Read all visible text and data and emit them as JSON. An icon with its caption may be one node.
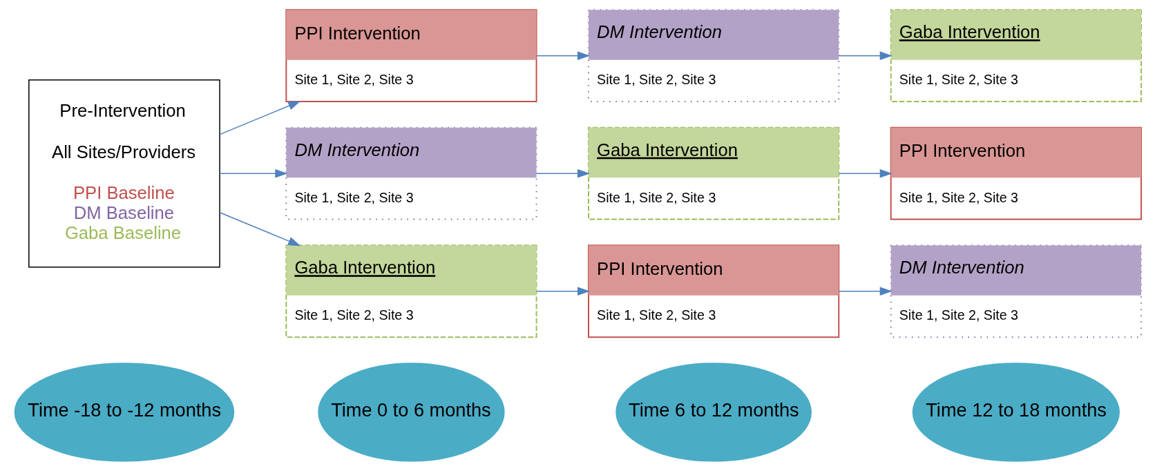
{
  "diagram": {
    "nodes": [
      {
        "text": [
          "Time -18 to -12 months"
        ]
      },
      {
        "text": [
          "Time 0 to 6 months"
        ]
      },
      {
        "text": [
          "Time 6 to 12 months"
        ]
      },
      {
        "text": [
          "Time 12 to 18 months"
        ]
      },
      {
        "text": [
          "Pre-Intervention",
          "All Sites/Providers",
          "PPI Baseline",
          "DM Baseline",
          "Gaba Baseline"
        ]
      },
      {
        "text": [
          "PPI Intervention",
          "Site 1, Site 2, Site 3"
        ]
      },
      {
        "text": [
          "DM Intervention",
          "Site 1, Site 2, Site 3"
        ]
      },
      {
        "text": [
          "Gaba Intervention",
          "Site 1, Site 2, Site 3"
        ]
      },
      {
        "text": [
          "DM Intervention",
          "Site 1, Site 2, Site 3"
        ]
      },
      {
        "text": [
          "Gaba Intervention",
          "Site 1, Site 2, Site 3"
        ]
      },
      {
        "text": [
          "PPI Intervention",
          "Site 1, Site 2, Site 3"
        ]
      },
      {
        "text": [
          "Gaba Intervention",
          "Site 1, Site 2, Site 3"
        ]
      },
      {
        "text": [
          "PPI Intervention",
          "Site 1, Site 2, Site 3"
        ]
      },
      {
        "text": [
          "DM Intervention",
          "Site 1, Site 2, Site 3"
        ]
      }
    ],
    "edges": [
      {
        "from": 4,
        "to": 5,
        "arrow": "to"
      },
      {
        "from": 4,
        "to": 8,
        "arrow": "to"
      },
      {
        "from": 4,
        "to": 11,
        "arrow": "to"
      },
      {
        "from": 5,
        "to": 6,
        "arrow": "to"
      },
      {
        "from": 6,
        "to": 7,
        "arrow": "to"
      },
      {
        "from": 8,
        "to": 9,
        "arrow": "to"
      },
      {
        "from": 9,
        "to": 10,
        "arrow": "to"
      },
      {
        "from": 11,
        "to": 12,
        "arrow": "to"
      },
      {
        "from": 12,
        "to": 13,
        "arrow": "to"
      }
    ]
  }
}
